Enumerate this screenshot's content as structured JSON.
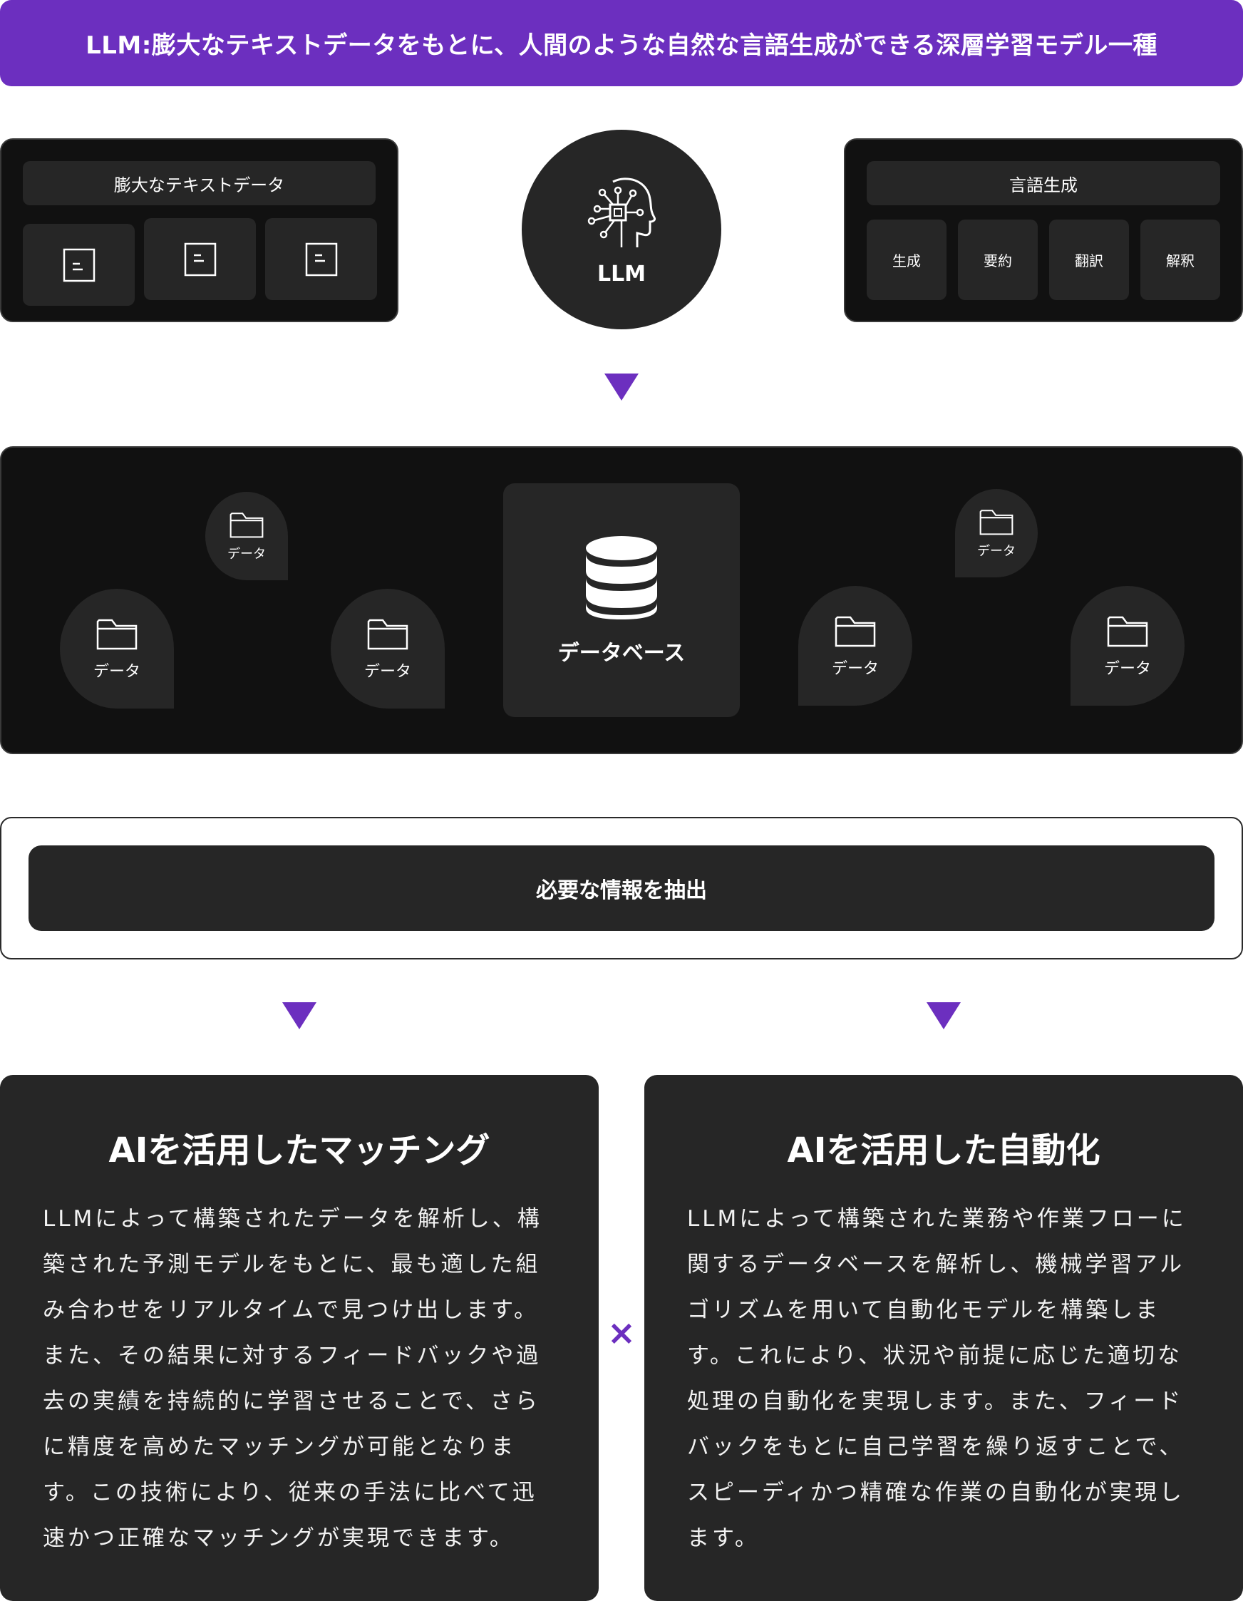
{
  "header": {
    "title": "LLM:膨大なテキストデータをもとに、人間のような自然な言語生成ができる深層学習モデル一種"
  },
  "text_data_panel": {
    "title": "膨大なテキストデータ"
  },
  "llm": {
    "label": "LLM",
    "icon": "ai-head-circuit-icon"
  },
  "language_panel": {
    "title": "言語生成",
    "items": [
      "生成",
      "要約",
      "翻訳",
      "解釈"
    ]
  },
  "database_section": {
    "center_label": "データベース",
    "data_label": "データ"
  },
  "extract": {
    "label": "必要な情報を抽出"
  },
  "cards": [
    {
      "title": "AIを活用したマッチング",
      "lines": [
        "LLMによって構築されたデータを解析し、構",
        "築された予測モデルをもとに、最も適した組",
        "み合わせをリアルタイムで見つけ出します。",
        "また、その結果に対するフィードバックや過",
        "去の実績を持続的に学習させることで、さら",
        "に精度を高めたマッチングが可能となりま",
        "す。この技術により、従来の手法に比べて迅",
        "速かつ正確なマッチングが実現できます。"
      ]
    },
    {
      "title": "AIを活用した自動化",
      "lines": [
        "LLMによって構築された業務や作業フローに",
        "関するデータベースを解析し、機械学習アル",
        "ゴリズムを用いて自動化モデルを構築しま",
        "す。これにより、状況や前提に応じた適切な",
        "処理の自動化を実現します。また、フィード",
        "バックをもとに自己学習を繰り返すことで、",
        "スピーディかつ精確な作業の自動化が実現し",
        "ます。"
      ]
    }
  ],
  "combine_symbol": "×",
  "colors": {
    "accent": "#6c2fbf",
    "panel_dark": "#111111",
    "tile": "#262626"
  }
}
